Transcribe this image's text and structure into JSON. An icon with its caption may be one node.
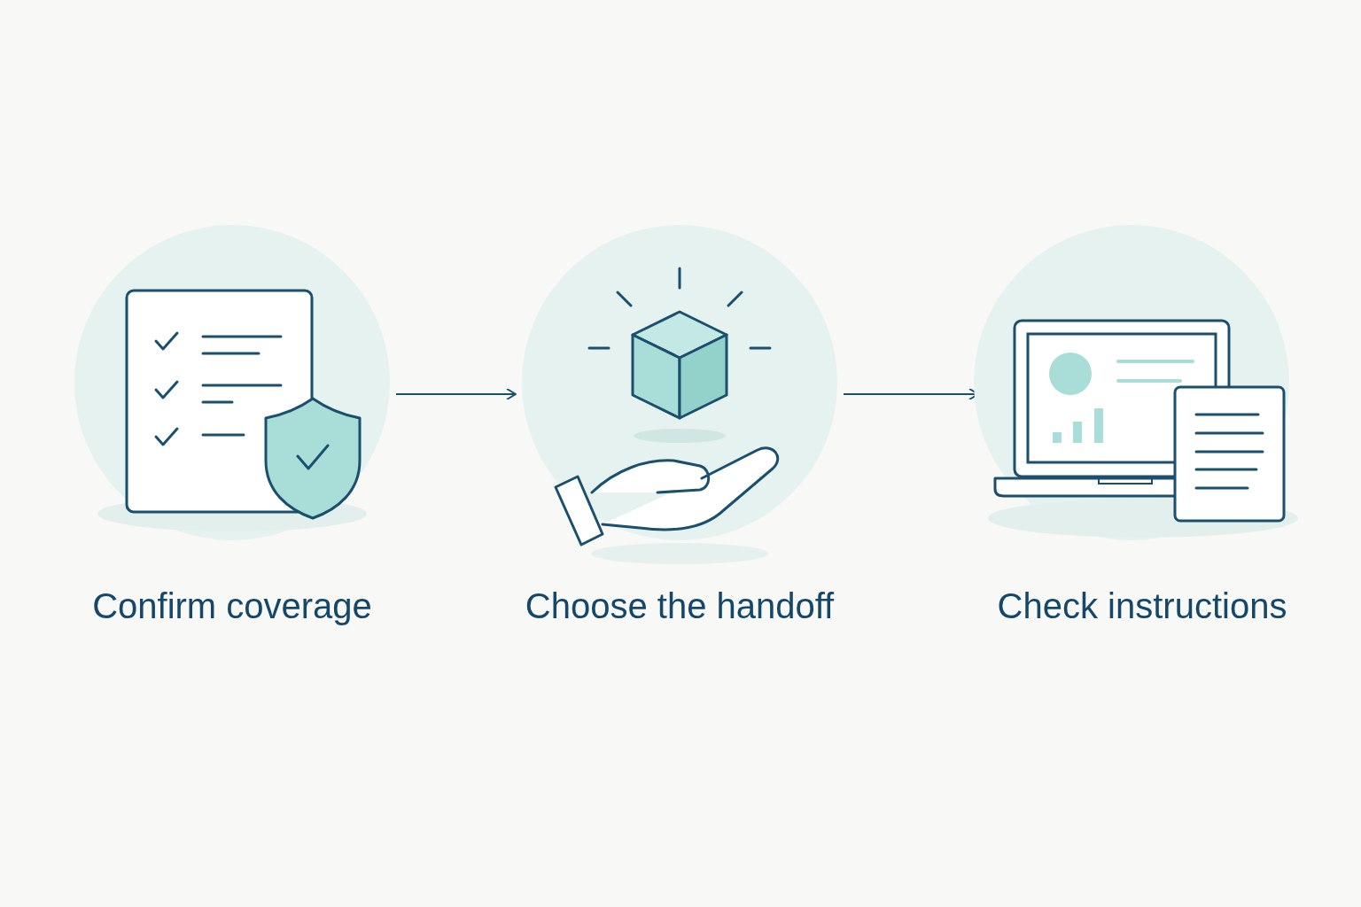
{
  "diagram": {
    "nodes": [
      {
        "text": [
          "Confirm coverage"
        ]
      },
      {
        "text": [
          "Choose the handoff"
        ]
      },
      {
        "text": [
          "Check instructions"
        ]
      }
    ],
    "edges": [
      {
        "from": 0,
        "to": 1,
        "arrow": "to"
      },
      {
        "from": 1,
        "to": 2,
        "arrow": "to"
      }
    ]
  }
}
